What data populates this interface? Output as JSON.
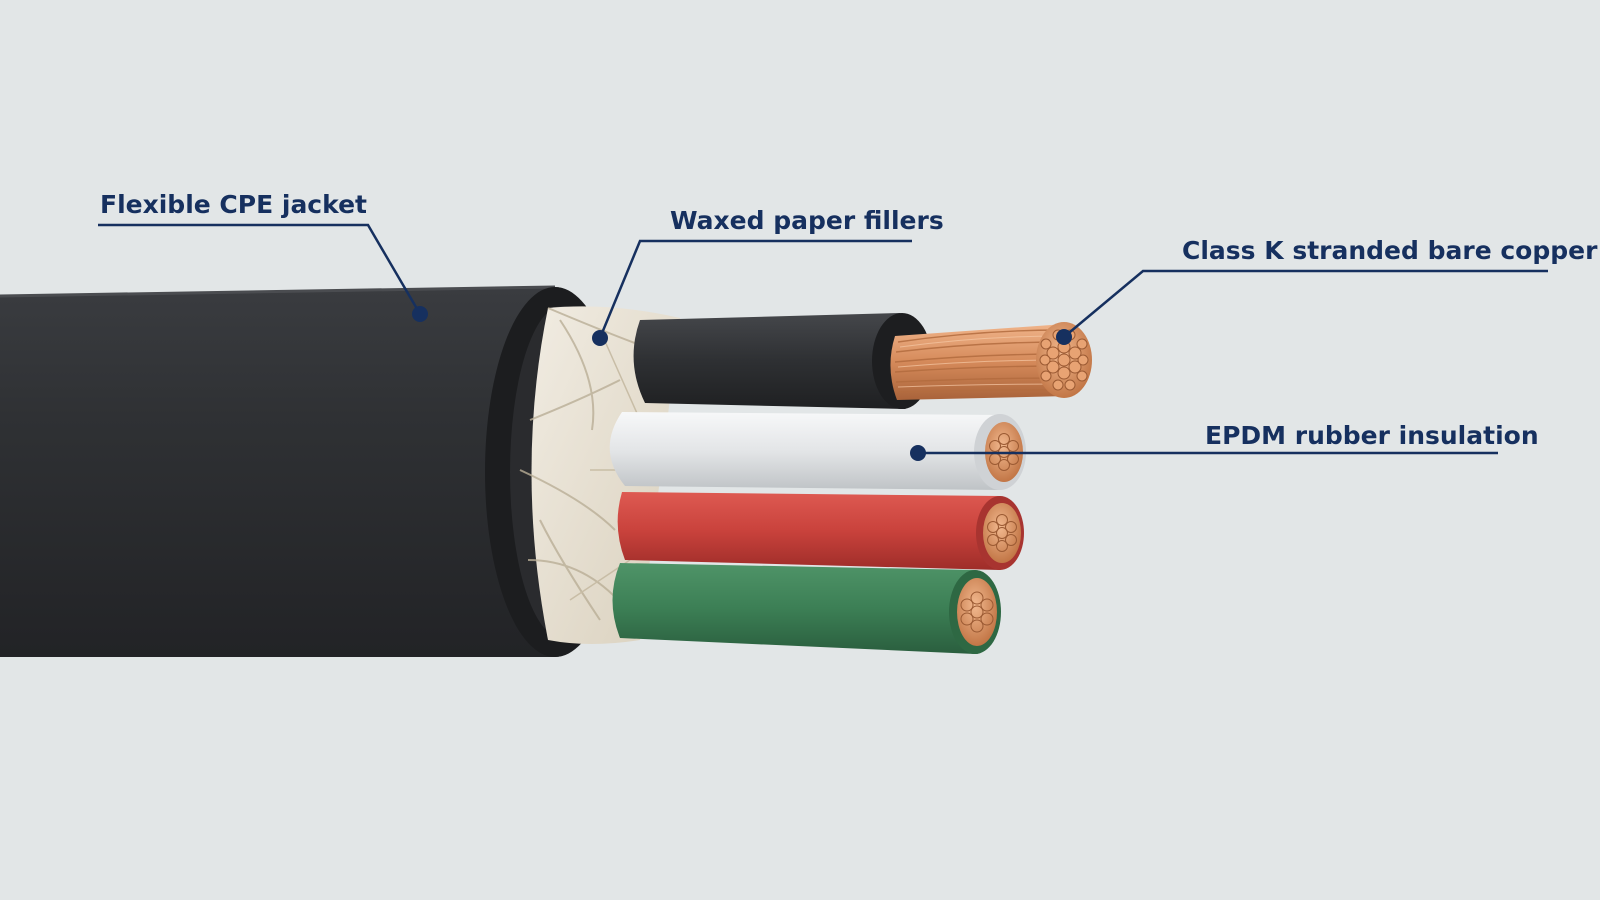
{
  "callouts": {
    "jacket": "Flexible CPE jacket",
    "fillers": "Waxed paper fillers",
    "copper": "Class K stranded bare copper",
    "insulation": "EPDM rubber insulation"
  },
  "colors": {
    "background": "#e2e6e7",
    "callout_ink": "#16305f",
    "jacket": "#2b2d30",
    "filler_paper": "#e8e1d2",
    "conductor_black": "#2e3033",
    "conductor_white": "#e4e6e8",
    "conductor_red": "#c9423c",
    "conductor_green": "#3c7f55",
    "copper": "#d58a5a"
  }
}
